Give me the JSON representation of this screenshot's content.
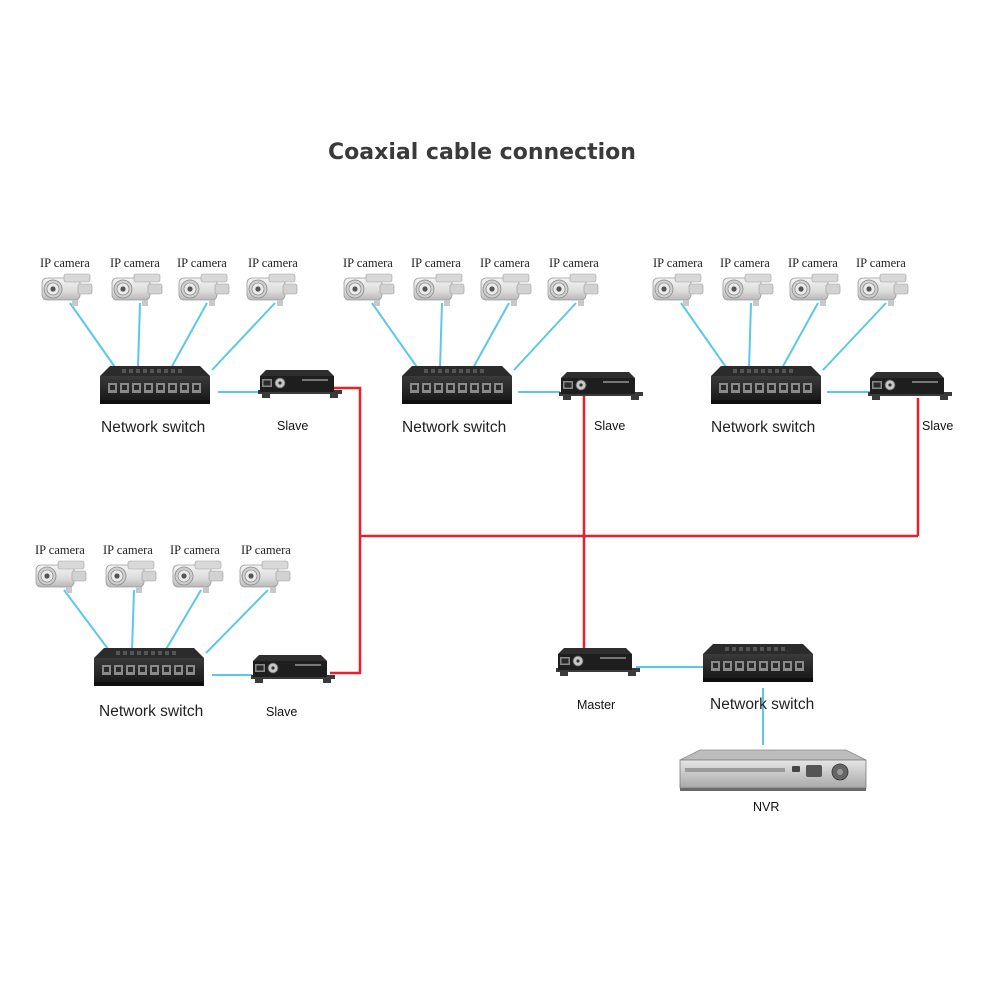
{
  "title": "Coaxial cable connection",
  "labels": {
    "ip_camera": "IP camera",
    "network_switch": "Network switch",
    "slave": "Slave",
    "master": "Master",
    "nvr": "NVR"
  },
  "colors": {
    "ethernet_line": "#5bc8e8",
    "coax_line": "#e8202a",
    "device_body": "#1c1c1c",
    "camera_body": "#e6e6e6",
    "nvr_body": "#d0d0d0"
  },
  "icons": [
    "ip-camera-icon",
    "network-switch-icon",
    "coax-extender-icon",
    "nvr-icon"
  ]
}
